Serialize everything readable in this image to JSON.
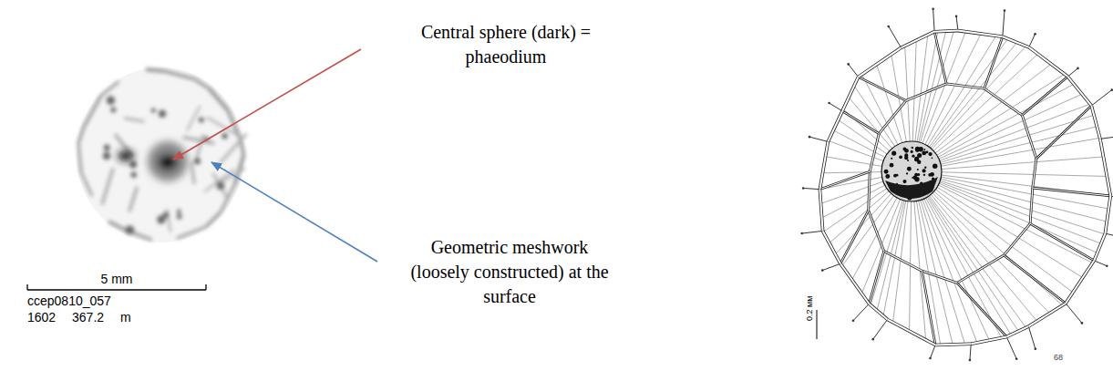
{
  "diagram": {
    "labels": [
      "Central sphere (dark) = phaeodium",
      "Geometric meshwork (loosely constructed) at the surface",
      "5 mm",
      "ccep0810_057",
      "1602 367.2 m",
      "0.2 мм",
      "68"
    ]
  }
}
